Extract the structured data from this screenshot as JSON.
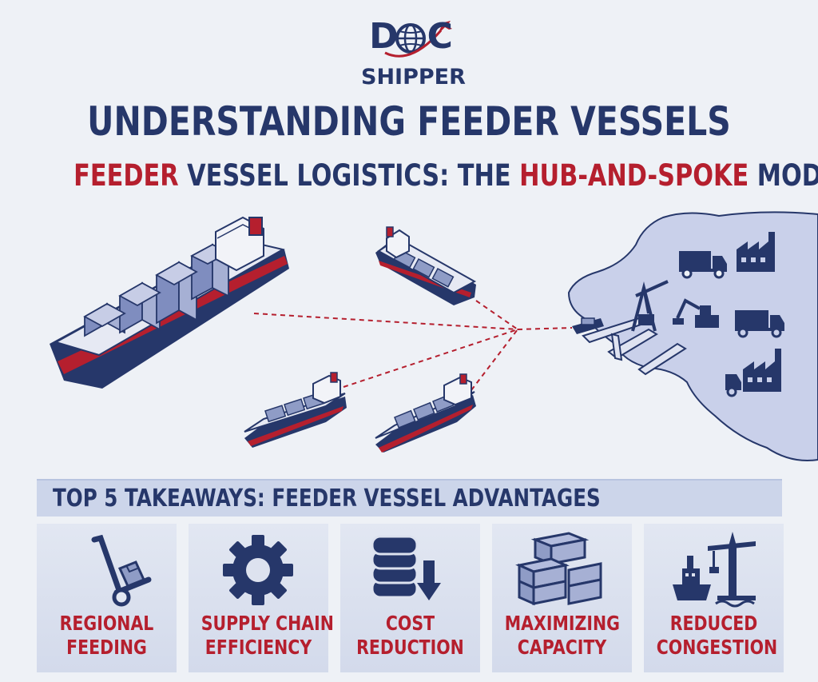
{
  "logo": {
    "line1_left": "D",
    "line1_right": "C",
    "line2": "SHIPPER"
  },
  "title": "UNDERSTANDING FEEDER VESSELS",
  "subtitle": {
    "part1": "FEEDER",
    "part2": " VESSEL LOGISTICS: THE ",
    "part3": "HUB-AND-SPOKE",
    "part4": " MODEL"
  },
  "takeaways": {
    "heading": "TOP 5 TAKEAWAYS: FEEDER VESSEL ADVANTAGES",
    "items": [
      {
        "line1": "REGIONAL",
        "line2": "FEEDING",
        "icon": "hand-truck-icon"
      },
      {
        "line1": "SUPPLY CHAIN",
        "line2": "EFFICIENCY",
        "icon": "gear-icon"
      },
      {
        "line1": "COST",
        "line2": "REDUCTION",
        "icon": "coin-stack-icon"
      },
      {
        "line1": "MAXIMIZING",
        "line2": "CAPACITY",
        "icon": "container-stack-icon"
      },
      {
        "line1": "REDUCED",
        "line2": "CONGESTION",
        "icon": "port-crane-icon"
      }
    ]
  },
  "colors": {
    "navy": "#26376a",
    "red": "#b51f2e",
    "land": "#c9d0ea",
    "background": "#eef1f6"
  }
}
